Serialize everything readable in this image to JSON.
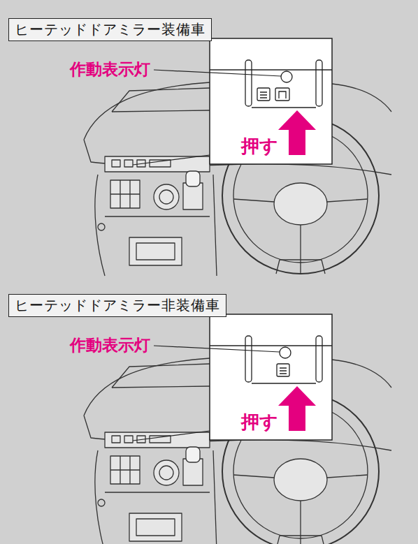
{
  "diagram": {
    "nodes": [
      {
        "text": [
          "ヒーテッドドアミラー装備車"
        ]
      },
      {
        "text": [
          "ヒーテッドドアミラー非装備車"
        ]
      }
    ],
    "labels": [
      "作動表示灯",
      "押す",
      "作動表示灯",
      "押す"
    ]
  }
}
